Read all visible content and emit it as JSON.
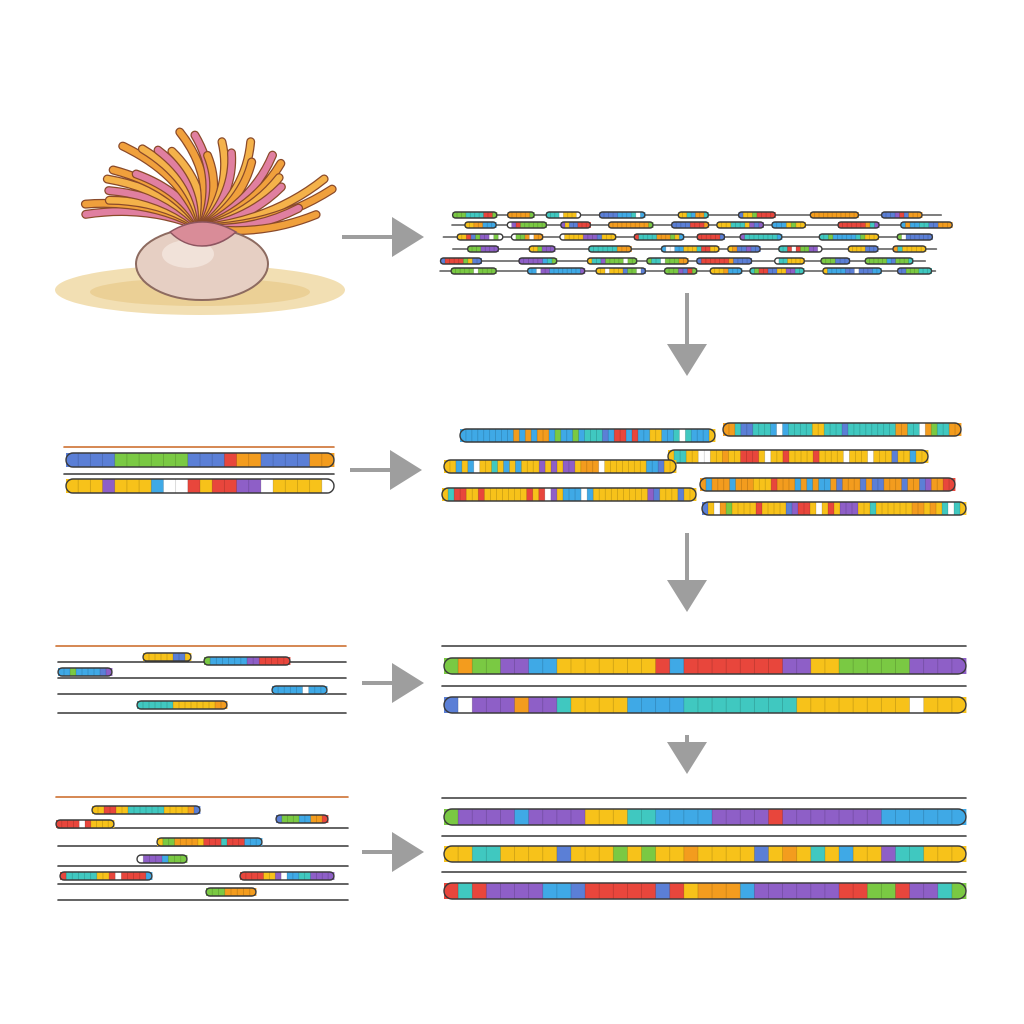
{
  "diagram": {
    "kind": "genome-assembly-workflow",
    "text_labels": [],
    "organism_icon": "sea-anemone-icon",
    "colors": {
      "arrow": "#9e9e9e",
      "guide_line": "#333333",
      "guide_line_accent": "#c9641e",
      "segment_palette": [
        "#3fa9e6",
        "#7ac943",
        "#f7c21a",
        "#f39c1e",
        "#e8463c",
        "#8e5fc7",
        "#40c8c0",
        "#5b7fd6"
      ]
    },
    "steps": [
      {
        "name": "organism-sample"
      },
      {
        "name": "short-read-fragments"
      },
      {
        "name": "overlapping-contigs"
      },
      {
        "name": "chromosome-scaffolds-two"
      },
      {
        "name": "chromosome-scaffolds-three"
      }
    ],
    "side_panels": [
      {
        "name": "reference-tracks",
        "strands": 2
      },
      {
        "name": "sparse-read-mapping-a",
        "lines": 4
      },
      {
        "name": "sparse-read-mapping-b",
        "lines": 5
      }
    ]
  }
}
